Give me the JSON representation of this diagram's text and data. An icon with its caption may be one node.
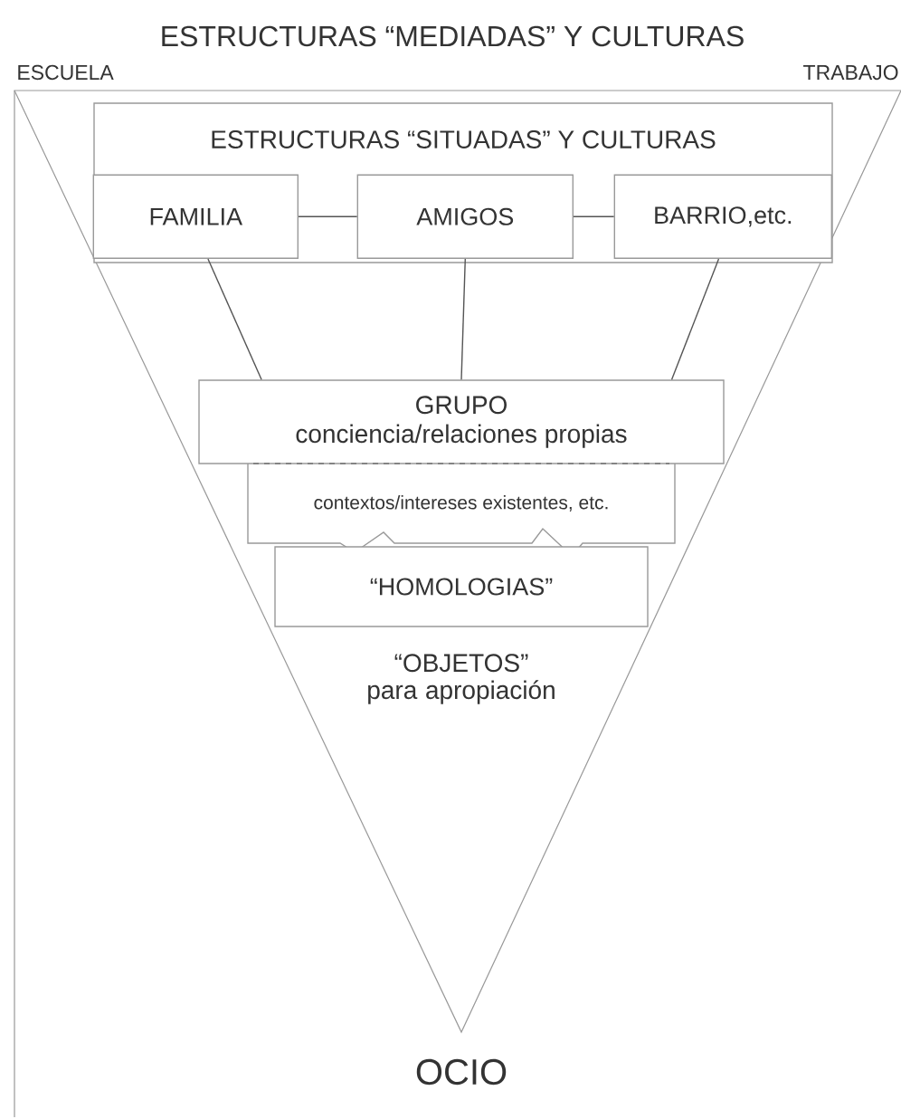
{
  "diagram": {
    "title": "ESTRUCTURAS “MEDIADAS” Y CULTURAS",
    "nodes": [
      {
        "text": [
          "ESTRUCTURAS “SITUADAS” Y CULTURAS"
        ]
      },
      {
        "text": [
          "FAMILIA"
        ],
        "in": 0
      },
      {
        "text": [
          "AMIGOS"
        ],
        "in": 0
      },
      {
        "text": [
          "BARRIO,etc."
        ],
        "in": 0
      },
      {
        "text": [
          "GRUPO",
          "conciencia/relaciones propias"
        ]
      },
      {
        "text": [
          "contextos/intereses existentes, etc."
        ]
      },
      {
        "text": [
          "“HOMOLOGIAS”"
        ]
      }
    ],
    "edges": [
      {
        "from": 1,
        "to": 2,
        "arrow": "none"
      },
      {
        "from": 2,
        "to": 3,
        "arrow": "none"
      },
      {
        "from": 1,
        "to": 4,
        "arrow": "none"
      },
      {
        "from": 2,
        "to": 4,
        "arrow": "none"
      },
      {
        "from": 3,
        "to": 4,
        "arrow": "none"
      }
    ],
    "labels": [
      "ESCUELA",
      "TRABAJO",
      "“OBJETOS” para apropiación",
      "OCIO"
    ]
  }
}
